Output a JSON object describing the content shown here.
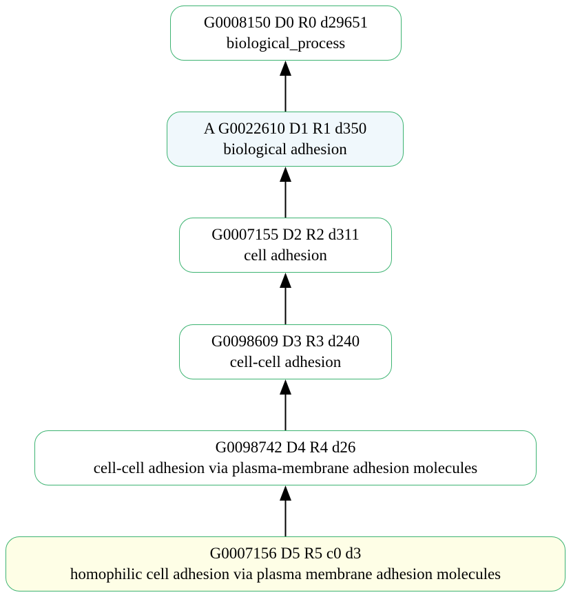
{
  "nodes": [
    {
      "id": "n0",
      "line1": "G0008150 D0 R0 d29651",
      "line2": "biological_process",
      "fill": "#ffffff",
      "border": "#3cb371"
    },
    {
      "id": "n1",
      "line1": "A  G0022610 D1 R1 d350",
      "line2": "biological adhesion",
      "fill": "#f0f8fc",
      "border": "#3cb371"
    },
    {
      "id": "n2",
      "line1": "G0007155 D2 R2 d311",
      "line2": "cell adhesion",
      "fill": "#ffffff",
      "border": "#3cb371"
    },
    {
      "id": "n3",
      "line1": "G0098609 D3 R3 d240",
      "line2": "cell-cell adhesion",
      "fill": "#ffffff",
      "border": "#3cb371"
    },
    {
      "id": "n4",
      "line1": "G0098742 D4 R4 d26",
      "line2": "cell-cell adhesion via plasma-membrane adhesion molecules",
      "fill": "#ffffff",
      "border": "#3cb371"
    },
    {
      "id": "n5",
      "line1": "G0007156 D5 R5 c0 d3",
      "line2": "homophilic cell adhesion via plasma membrane adhesion molecules",
      "fill": "#fefee6",
      "border": "#3cb371"
    }
  ],
  "edges": [
    {
      "from": "n1",
      "to": "n0"
    },
    {
      "from": "n2",
      "to": "n1"
    },
    {
      "from": "n3",
      "to": "n2"
    },
    {
      "from": "n4",
      "to": "n3"
    },
    {
      "from": "n5",
      "to": "n4"
    }
  ],
  "colors": {
    "node_border": "#3cb371",
    "edge": "#000000"
  }
}
